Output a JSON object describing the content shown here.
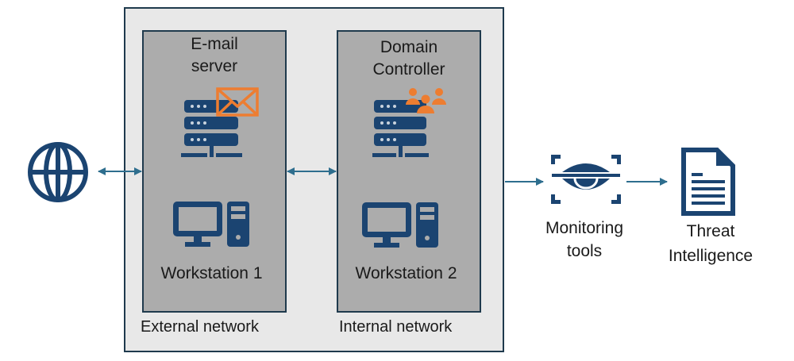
{
  "diagram": {
    "internet": {
      "icon": "globe-icon"
    },
    "zones": [
      {
        "label": "External network",
        "nodes": [
          {
            "label_line1": "E-mail",
            "label_line2": "server",
            "icon": "server-icon",
            "badge_icon": "envelope-icon"
          },
          {
            "label": "Workstation 1",
            "icon": "desktop-computer-icon"
          }
        ]
      },
      {
        "label": "Internal network",
        "nodes": [
          {
            "label_line1": "Domain",
            "label_line2": "Controller",
            "icon": "server-icon",
            "badge_icon": "users-group-icon"
          },
          {
            "label": "Workstation 2",
            "icon": "desktop-computer-icon"
          }
        ]
      }
    ],
    "monitoring": {
      "label_line1": "Monitoring",
      "label_line2": "tools",
      "icon": "eye-scan-icon"
    },
    "threat": {
      "label_line1": "Threat",
      "label_line2": "Intelligence",
      "icon": "document-icon"
    },
    "connections": [
      {
        "from": "Internet",
        "to": "External network",
        "direction": "bidirectional"
      },
      {
        "from": "External network",
        "to": "Internal network",
        "direction": "bidirectional"
      },
      {
        "from": "Networks",
        "to": "Monitoring tools",
        "direction": "forward"
      },
      {
        "from": "Monitoring tools",
        "to": "Threat Intelligence",
        "direction": "forward"
      }
    ],
    "colors": {
      "icon_primary": "#1b4471",
      "accent": "#ed7d31",
      "arrow": "#2e6e8e",
      "outer_fill": "#e8e8e8",
      "inner_fill": "#acacac",
      "border": "#1f3a4d"
    }
  }
}
